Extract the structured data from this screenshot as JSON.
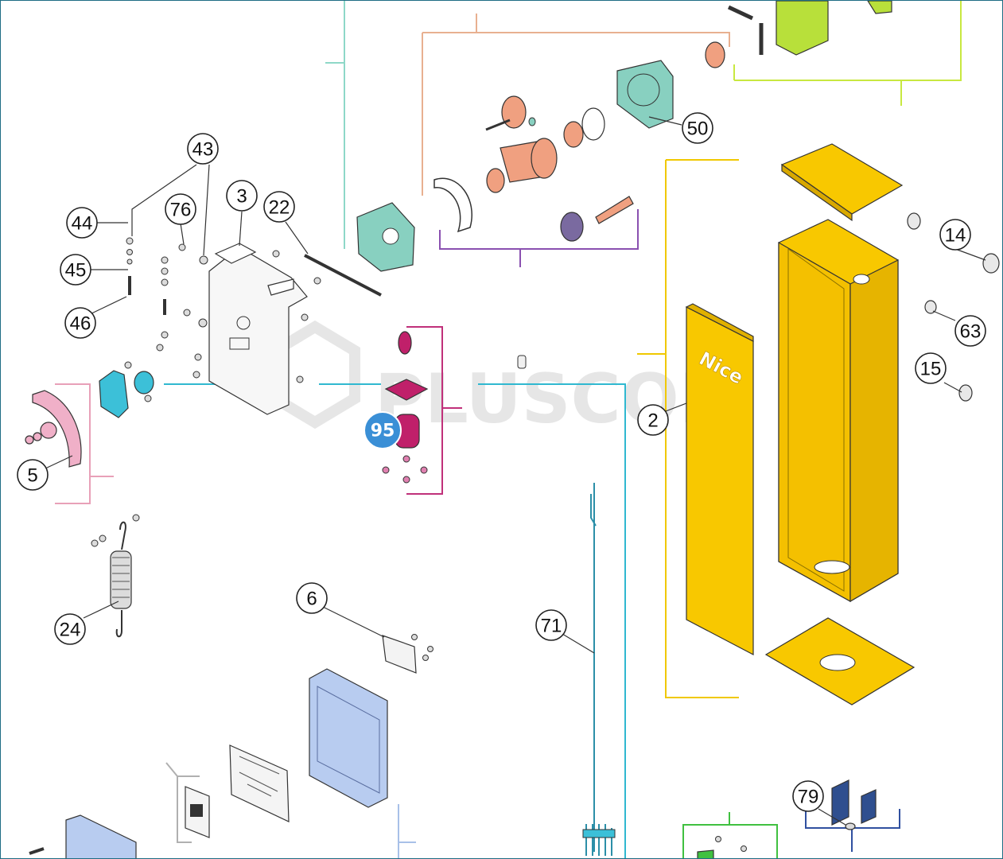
{
  "watermark": "PLUSCOM",
  "panel_brand": "Nice",
  "highlight_badge": {
    "label": "95",
    "color": "#3a8fd6"
  },
  "callouts": [
    {
      "id": "c43",
      "label": "43"
    },
    {
      "id": "c44",
      "label": "44"
    },
    {
      "id": "c45",
      "label": "45"
    },
    {
      "id": "c46",
      "label": "46"
    },
    {
      "id": "c76",
      "label": "76"
    },
    {
      "id": "c3",
      "label": "3"
    },
    {
      "id": "c22",
      "label": "22"
    },
    {
      "id": "c5",
      "label": "5"
    },
    {
      "id": "c24",
      "label": "24"
    },
    {
      "id": "c6",
      "label": "6"
    },
    {
      "id": "c71",
      "label": "71"
    },
    {
      "id": "c2",
      "label": "2"
    },
    {
      "id": "c14",
      "label": "14"
    },
    {
      "id": "c63",
      "label": "63"
    },
    {
      "id": "c15",
      "label": "15"
    },
    {
      "id": "c50",
      "label": "50"
    },
    {
      "id": "c79",
      "label": "79"
    }
  ],
  "colors": {
    "cabinet_yellow": "#f8c800",
    "gear_salmon": "#f0a080",
    "bracket_cyan": "#3cc0d8",
    "motor_magenta": "#c0206a",
    "cover_lightblue": "#b8ccf0",
    "limit_pink": "#f0b0c8",
    "green_assembly": "#b8e03a",
    "gearbox_mint": "#88d0c0"
  }
}
